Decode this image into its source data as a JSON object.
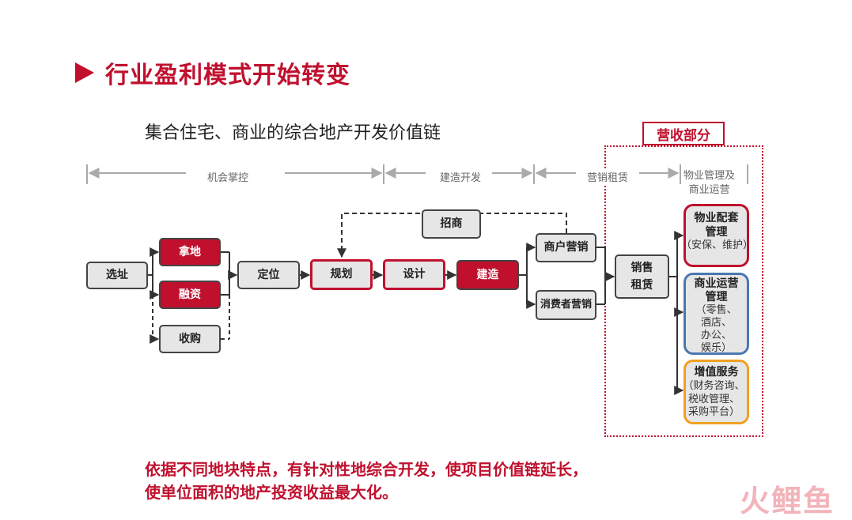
{
  "title": "行业盈利模式开始转变",
  "subtitle": "集合住宅、商业的综合地产开发价值链",
  "revenue_label": "营收部分",
  "phases": [
    "机会掌控",
    "建造开发",
    "营销租赁",
    "物业管理及\n商业运营"
  ],
  "nodes": {
    "site": "选址",
    "land": "拿地",
    "finance": "融资",
    "acquire": "收购",
    "position": "定位",
    "plan": "规划",
    "design": "设计",
    "build": "建造",
    "investment": "招商",
    "tenant_marketing": "商户营销",
    "consumer_marketing": "消费者营销",
    "sales_line1": "销售",
    "sales_line2": "租赁"
  },
  "operations": {
    "property_title": "物业配套\n管理",
    "property_detail": "（安保、维护）",
    "commercial_title": "商业运营\n管理",
    "commercial_detail": "（零售、\n酒店、\n办公、\n娱乐）",
    "value_title": "增值服务",
    "value_detail": "（财务咨询、\n税收管理、\n采购平台）"
  },
  "footer": {
    "line1": "依据不同地块特点，有针对性地综合开发，使项目价值链延长，",
    "line2": "使单位面积的地产投资收益最大化。"
  },
  "watermark": "火鲤鱼",
  "colors": {
    "accent_red": "#c0102e",
    "box_gray": "#e6e6e6",
    "commercial_blue": "#4a78b0",
    "value_orange": "#f0a020"
  }
}
